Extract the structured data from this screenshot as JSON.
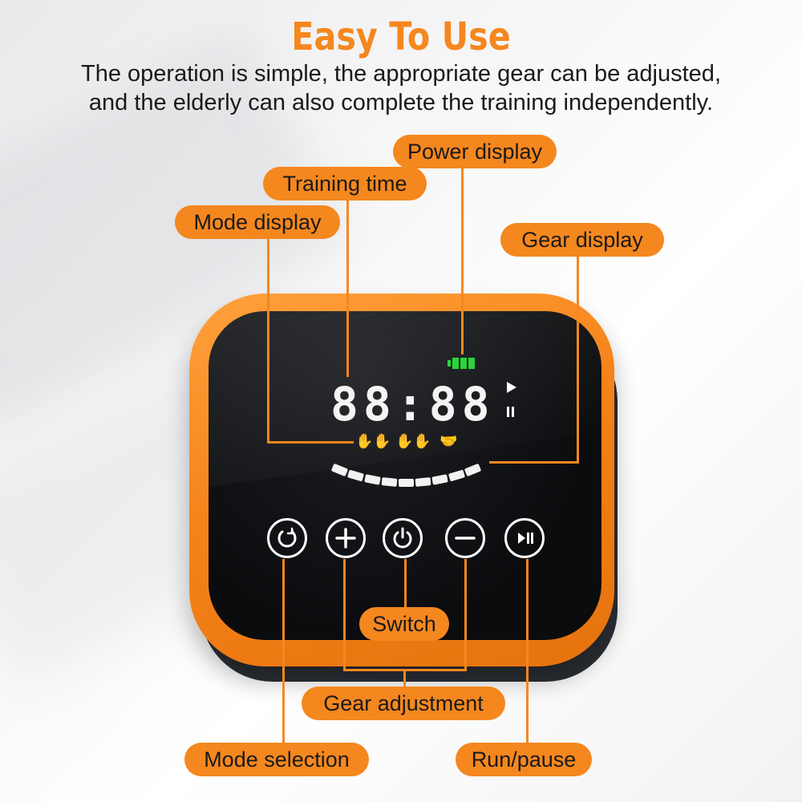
{
  "header": {
    "title": "Easy To Use",
    "subtitle_line1": "The operation is simple, the appropriate gear can be adjusted,",
    "subtitle_line2": "and the elderly can also complete the training independently."
  },
  "callouts": {
    "power_display": "Power display",
    "training_time": "Training time",
    "mode_display": "Mode display",
    "gear_display": "Gear display",
    "switch": "Switch",
    "gear_adjustment": "Gear adjustment",
    "mode_selection": "Mode selection",
    "run_pause": "Run/pause"
  },
  "device": {
    "time_readout": "88:88",
    "battery_bars": 3,
    "gear_levels": 9,
    "icons": [
      "hand-mode-1-icon",
      "hand-mode-2-icon",
      "handshake-mode-icon"
    ],
    "buttons": [
      "mode-cycle-icon",
      "plus-icon",
      "power-icon",
      "minus-icon",
      "play-pause-icon"
    ],
    "colors": {
      "accent": "#f5871f",
      "panel": "#0b0c0e",
      "battery": "#2bd43a"
    }
  }
}
